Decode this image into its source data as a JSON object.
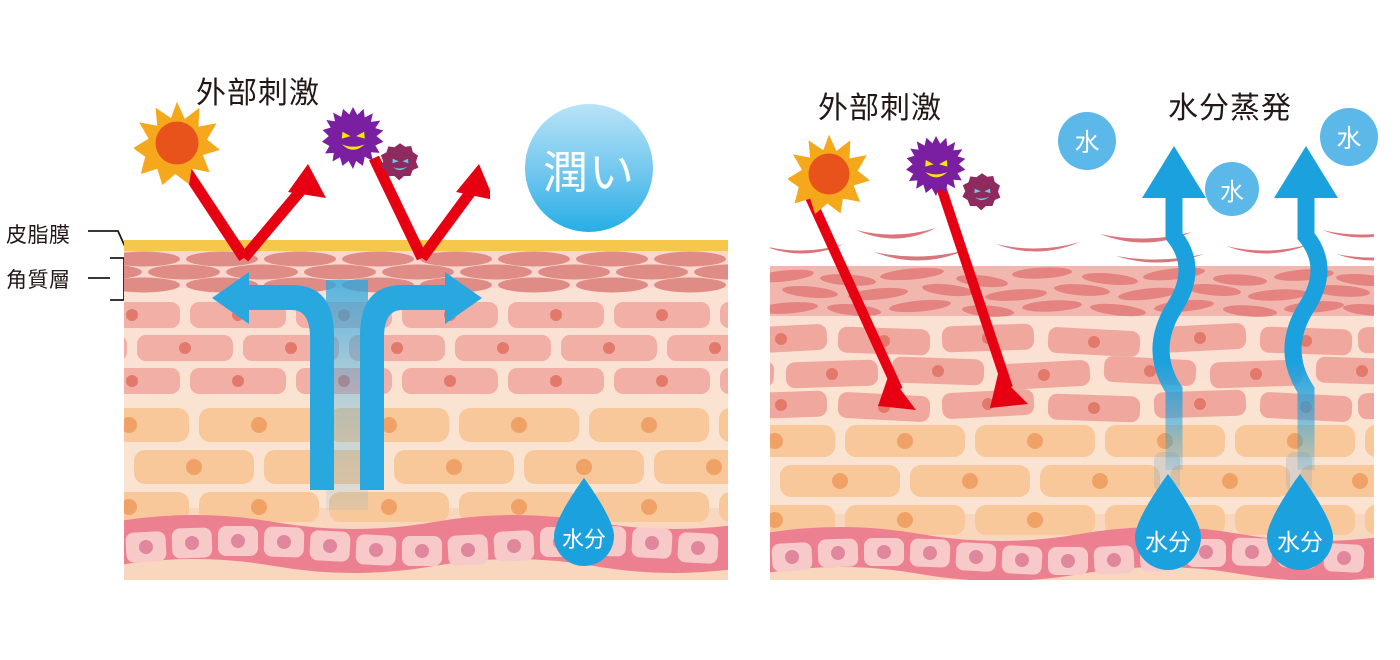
{
  "diagram": {
    "title_alt": "skin-barrier-comparison",
    "side_labels": [
      {
        "id": "sebum-film",
        "text": "皮脂膜"
      },
      {
        "id": "stratum-corneum",
        "text": "角質層"
      }
    ],
    "panels": [
      {
        "id": "healthy-skin",
        "external_stimuli_label": "外部刺激",
        "moisture_badge": "潤い",
        "droplet_label": "水分",
        "icons": {
          "sun": "sun-icon",
          "virus_large": "virus-large-icon",
          "virus_small": "virus-small-icon"
        },
        "arrows": {
          "red_deflected_count": 2,
          "blue_curved_count": 2
        },
        "has_sebum_film": true
      },
      {
        "id": "damaged-skin",
        "external_stimuli_label": "外部刺激",
        "evaporation_label": "水分蒸発",
        "water_badges": [
          "水",
          "水",
          "水"
        ],
        "droplet_labels": [
          "水分",
          "水分"
        ],
        "icons": {
          "sun": "sun-icon",
          "virus_large": "virus-large-icon",
          "virus_small": "virus-small-icon"
        },
        "arrows": {
          "red_penetrating_count": 2,
          "blue_wavy_evaporation_count": 2
        },
        "has_sebum_film": false
      }
    ],
    "colors": {
      "sebum_film": "#F5C84C",
      "corneum_bg": "#F8D7CF",
      "corneum_cell": "#E18C86",
      "corneum_cell_alt": "#E9A19B",
      "granular_bg": "#FBE0D4",
      "granular_cell": "#F2AFA5",
      "granular_dot": "#E3796B",
      "spinous_bg": "#FBE3D2",
      "spinous_cell": "#F8C79A",
      "spinous_dot": "#F0A166",
      "basal_band": "#EC8090",
      "basal_cell": "#F8C9C9",
      "basal_nucleus": "#E0879E",
      "dermis": "#F9D7BE",
      "red_arrow": "#E60012",
      "blue_arrow": "#29A8E0",
      "water_badge": "#5BB8E8",
      "droplet": "#1BA2DE",
      "sun_ray": "#F5A81C",
      "sun_core": "#E8531B",
      "virus_large": "#7B1FA2",
      "virus_large_face": "#F5E60B",
      "virus_small": "#8E2A5E",
      "virus_small_face": "#6FC7E8",
      "text": "#231815"
    }
  }
}
